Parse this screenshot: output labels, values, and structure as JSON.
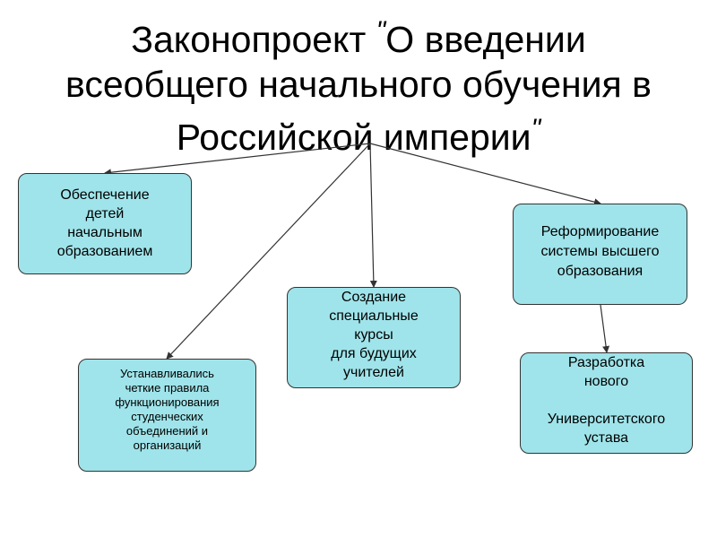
{
  "title": {
    "line1": "Законопроект ",
    "quote_open": "\"",
    "line1_end": "О введении",
    "line2": "всеобщего начального обучения в",
    "line3": "Российской империи",
    "quote_close": "\""
  },
  "colors": {
    "box_fill": "#9fe4ea",
    "box_border": "#333333",
    "arrow": "#333333"
  },
  "boxes": [
    {
      "id": "education-children",
      "lines": [
        "Обеспечение",
        "детей",
        "начальным",
        "образованием"
      ]
    },
    {
      "id": "higher-education-reform",
      "lines": [
        "Реформирование",
        "системы высшего",
        "образования"
      ]
    },
    {
      "id": "teacher-courses",
      "lines": [
        "Создание",
        "специальные",
        "курсы",
        "для будущих",
        "учителей"
      ]
    },
    {
      "id": "student-rules",
      "lines": [
        "Устанавливались",
        "четкие правила",
        "функционирования",
        "студенческих",
        "объединений и",
        "организаций"
      ]
    },
    {
      "id": "university-charter",
      "lines": [
        "Разработка",
        "нового",
        "",
        "Университетского",
        "устава"
      ]
    }
  ]
}
